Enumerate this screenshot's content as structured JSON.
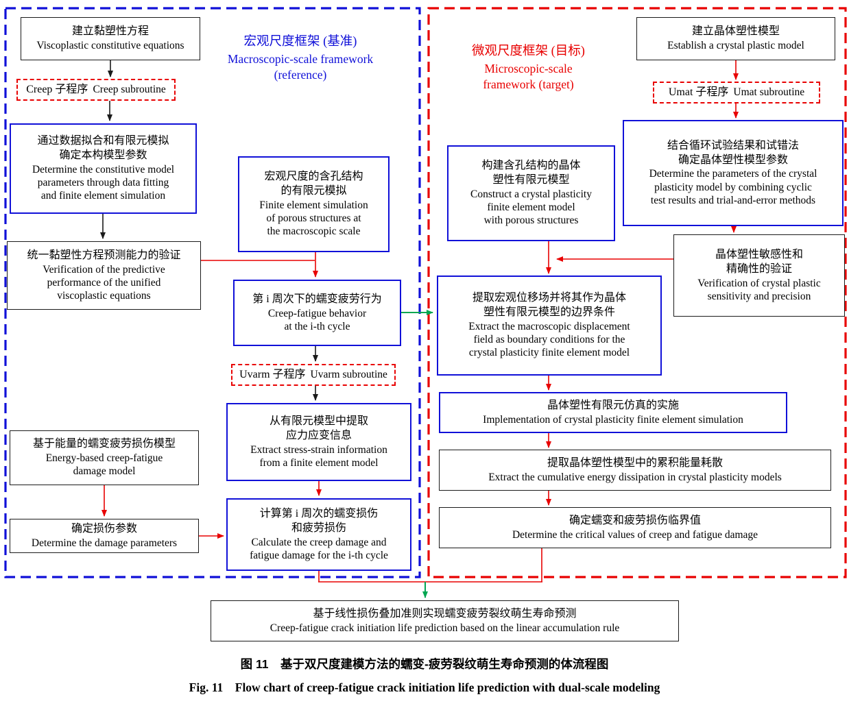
{
  "frames": {
    "macro": {
      "title_zh": "宏观尺度框架 (基准)",
      "title_en": "Macroscopic-scale framework\n(reference)",
      "color": "#1010d8"
    },
    "micro": {
      "title_zh": "微观尺度框架 (目标)",
      "title_en": "Microscopic-scale\nframework (target)",
      "color": "#e80000"
    }
  },
  "nodes": {
    "viscoplastic": {
      "zh": "建立黏塑性方程",
      "en": "Viscoplastic constitutive equations"
    },
    "creep_sub": {
      "zh": "Creep 子程序",
      "en": "Creep subroutine"
    },
    "fit_params": {
      "zh": "通过数据拟合和有限元模拟\n确定本构模型参数",
      "en": "Determine the constitutive model\nparameters through data fitting\nand finite element simulation"
    },
    "verify_visco": {
      "zh": "统一黏塑性方程预测能力的验证",
      "en": "Verification of the predictive\nperformance of the unified\nviscoplastic equations"
    },
    "fem_porous": {
      "zh": "宏观尺度的含孔结构\n的有限元模拟",
      "en": "Finite element simulation\nof porous structures at\nthe macroscopic scale"
    },
    "cycle_behavior": {
      "zh": "第 i 周次下的蠕变疲劳行为",
      "en": "Creep-fatigue behavior\nat the i-th cycle"
    },
    "uvarm_sub": {
      "zh": "Uvarm 子程序",
      "en": "Uvarm subroutine"
    },
    "extract_stress": {
      "zh": "从有限元模型中提取\n应力应变信息",
      "en": "Extract stress-strain information\nfrom a finite element model"
    },
    "energy_model": {
      "zh": "基于能量的蠕变疲劳损伤模型",
      "en": "Energy-based creep-fatigue\ndamage model"
    },
    "damage_params": {
      "zh": "确定损伤参数",
      "en": "Determine the damage parameters"
    },
    "calc_damage": {
      "zh": "计算第 i 周次的蠕变损伤\n和疲劳损伤",
      "en": "Calculate the creep damage and\nfatigue damage for the i-th cycle"
    },
    "crystal_model": {
      "zh": "建立晶体塑性模型",
      "en": "Establish a crystal plastic model"
    },
    "umat_sub": {
      "zh": "Umat 子程序",
      "en": "Umat subroutine"
    },
    "crystal_params": {
      "zh": "结合循环试验结果和试错法\n确定晶体塑性模型参数",
      "en": "Determine the parameters of the crystal\nplasticity model by combining cyclic\ntest results and trial-and-error methods"
    },
    "crystal_fem": {
      "zh": "构建含孔结构的晶体\n塑性有限元模型",
      "en": "Construct a crystal plasticity\nfinite element model\nwith porous structures"
    },
    "verify_crystal": {
      "zh": "晶体塑性敏感性和\n精确性的验证",
      "en": "Verification of crystal plastic\nsensitivity and precision"
    },
    "extract_disp": {
      "zh": "提取宏观位移场并将其作为晶体\n塑性有限元模型的边界条件",
      "en": "Extract the macroscopic displacement\nfield as boundary conditions for the\ncrystal plasticity finite element model"
    },
    "implement_cpfem": {
      "zh": "晶体塑性有限元仿真的实施",
      "en": "Implementation of crystal plasticity finite element simulation"
    },
    "extract_energy": {
      "zh": "提取晶体塑性模型中的累积能量耗散",
      "en": "Extract the cumulative energy dissipation in crystal plasticity models"
    },
    "critical_values": {
      "zh": "确定蠕变和疲劳损伤临界值",
      "en": "Determine the critical values of creep and fatigue damage"
    },
    "final_prediction": {
      "zh": "基于线性损伤叠加准则实现蠕变疲劳裂纹萌生寿命预测",
      "en": "Creep-fatigue crack initiation life prediction based on the linear accumulation rule"
    }
  },
  "caption": {
    "zh": "图 11　基于双尺度建模方法的蠕变-疲劳裂纹萌生寿命预测的体流程图",
    "en": "Fig. 11　Flow chart of creep-fatigue crack initiation life prediction with dual-scale modeling"
  },
  "colors": {
    "blue": "#1010d8",
    "red": "#e80000",
    "green": "#00a651",
    "black": "#1a1a1a"
  }
}
